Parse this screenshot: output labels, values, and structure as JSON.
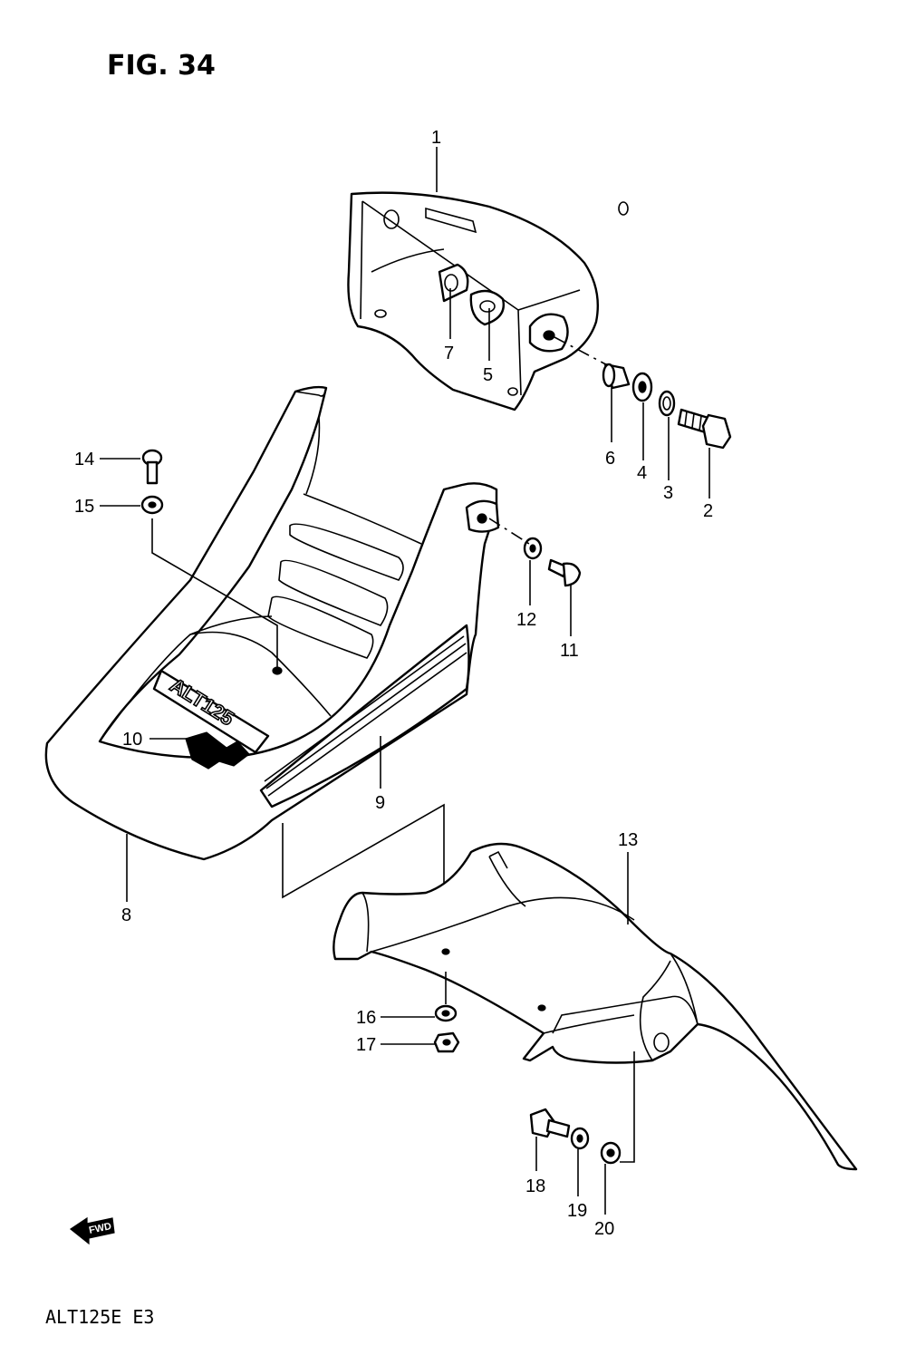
{
  "figure": {
    "title": "FIG. 34",
    "model_code": "ALT125E  E3",
    "decal_text": "ALT125",
    "direction_label": "FWD"
  },
  "parts": {
    "p1": "1",
    "p2": "2",
    "p3": "3",
    "p4": "4",
    "p5": "5",
    "p6": "6",
    "p7": "7",
    "p8": "8",
    "p9": "9",
    "p10": "10",
    "p11": "11",
    "p12": "12",
    "p13": "13",
    "p14": "14",
    "p15": "15",
    "p16": "16",
    "p17": "17",
    "p18": "18",
    "p19": "19",
    "p20": "20"
  }
}
